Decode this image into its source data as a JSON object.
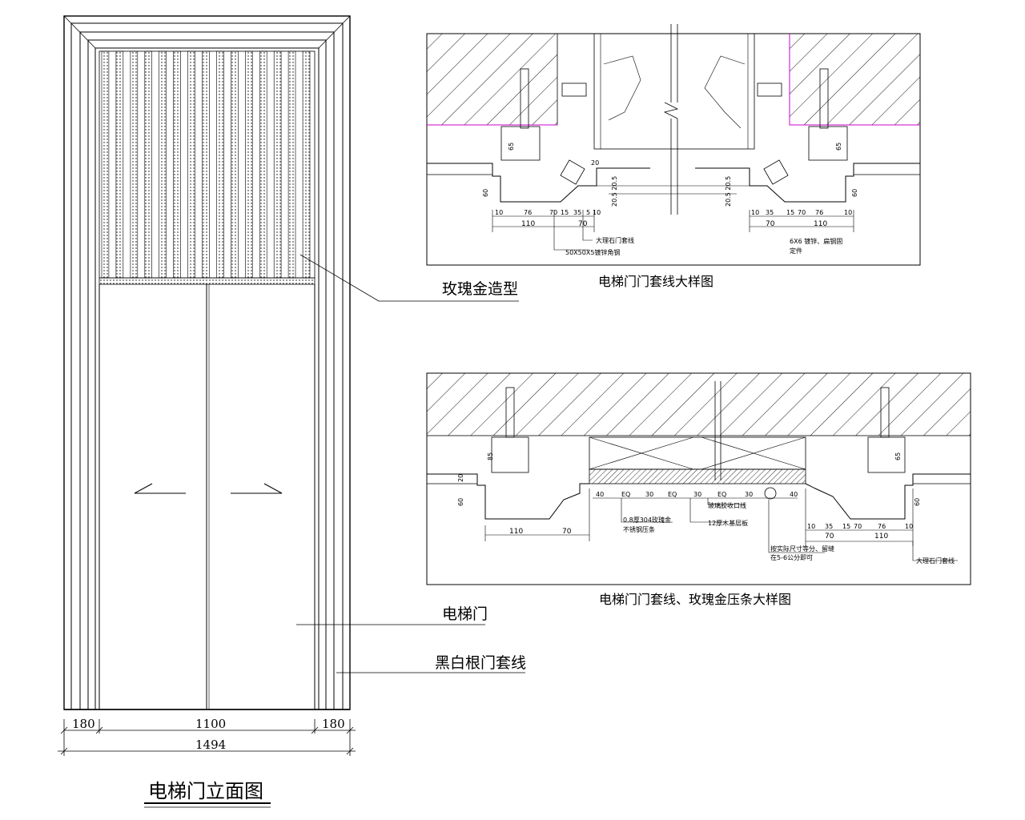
{
  "elevation": {
    "title": "电梯门立面图",
    "callouts": {
      "rose_gold": "玫瑰金造型",
      "elevator_door": "电梯门",
      "door_frame": "黑白根门套线"
    },
    "dims": {
      "left": "180",
      "middle": "1100",
      "right": "180",
      "total": "1494"
    }
  },
  "detail_top": {
    "caption": "电梯门门套线大样图",
    "dims": {
      "d10a": "10",
      "d76a": "76",
      "d70a": "70",
      "d15a": "15",
      "d35a": "35",
      "d5a": "5",
      "d10b": "10",
      "d110a": "110",
      "d70b": "70",
      "d10c": "10",
      "d35b": "35",
      "d15b": "15",
      "d70c": "70",
      "d76b": "76",
      "d10d": "10",
      "d70d": "70",
      "d110b": "110",
      "d60a": "60",
      "d60b": "60",
      "d65a": "65",
      "d65b": "65",
      "d20a": "20",
      "v_left": "20.5 20.5",
      "v_right": "20.5 20.5"
    },
    "notes": {
      "stone": "大理石门套线",
      "steel": "50X50X5镀锌角钢",
      "right1": "6X6 镀锌、扁钢固",
      "right2": "定件"
    }
  },
  "detail_bottom": {
    "caption": "电梯门门套线、玫瑰金压条大样图",
    "dims": {
      "d85": "85",
      "d20": "20",
      "d60": "60",
      "d110": "110",
      "d70": "70",
      "d40a": "40",
      "eq1": "EQ",
      "d30a": "30",
      "eq2": "EQ",
      "d30b": "30",
      "eq3": "EQ",
      "d30c": "30",
      "d40b": "40",
      "d10a": "10",
      "d35": "35",
      "d15": "15",
      "d70b": "70",
      "d76": "76",
      "d10b": "10",
      "d70c": "70",
      "d110b": "110",
      "d65": "65",
      "d60b": "60"
    },
    "notes": {
      "stainless": "0.8厚304玫瑰金",
      "stainless2": "不锈钢压条",
      "bottom_plate": "12厚木基层板",
      "glue_line": "玻璃胶收口线",
      "adjust": "按实际尺寸等分、留缝",
      "adjust2": "在5-6公分即可",
      "marble": "大理石门套线"
    }
  }
}
